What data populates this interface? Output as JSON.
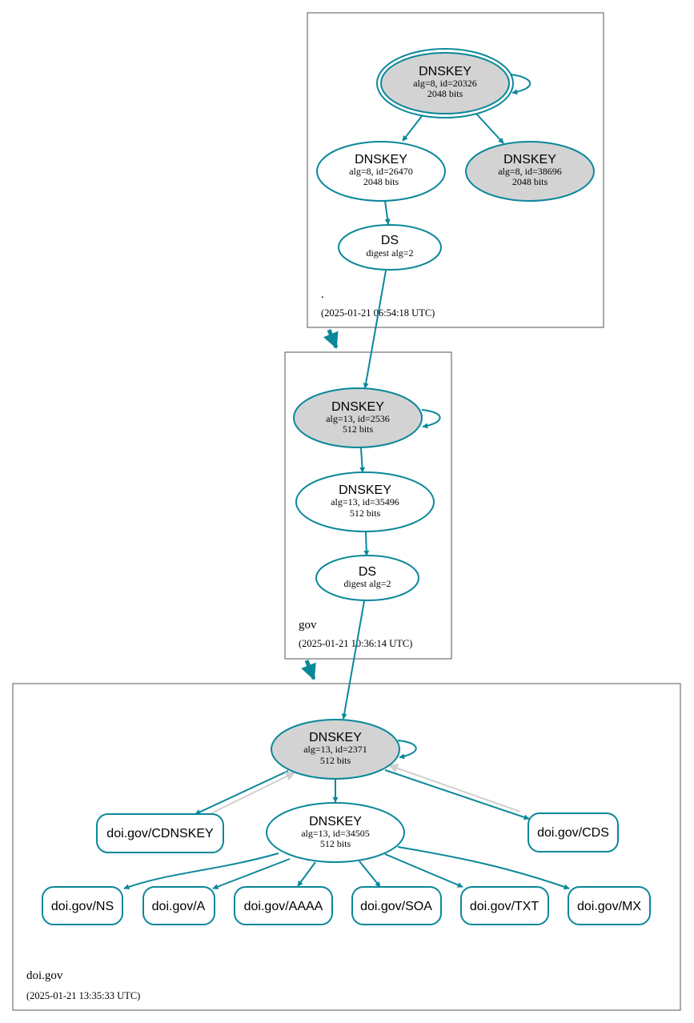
{
  "zones": {
    "root": {
      "label": ".",
      "timestamp": "(2025-01-21 06:54:18 UTC)"
    },
    "gov": {
      "label": "gov",
      "timestamp": "(2025-01-21 10:36:14 UTC)"
    },
    "doi_gov": {
      "label": "doi.gov",
      "timestamp": "(2025-01-21 13:35:33 UTC)"
    }
  },
  "nodes": {
    "root_ksk": {
      "title": "DNSKEY",
      "line1": "alg=8, id=20326",
      "line2": "2048 bits"
    },
    "root_zsk": {
      "title": "DNSKEY",
      "line1": "alg=8, id=26470",
      "line2": "2048 bits"
    },
    "root_zsk2": {
      "title": "DNSKEY",
      "line1": "alg=8, id=38696",
      "line2": "2048 bits"
    },
    "root_ds": {
      "title": "DS",
      "line1": "digest alg=2"
    },
    "gov_ksk": {
      "title": "DNSKEY",
      "line1": "alg=13, id=2536",
      "line2": "512 bits"
    },
    "gov_zsk": {
      "title": "DNSKEY",
      "line1": "alg=13, id=35496",
      "line2": "512 bits"
    },
    "gov_ds": {
      "title": "DS",
      "line1": "digest alg=2"
    },
    "doi_ksk": {
      "title": "DNSKEY",
      "line1": "alg=13, id=2371",
      "line2": "512 bits"
    },
    "doi_zsk": {
      "title": "DNSKEY",
      "line1": "alg=13, id=34505",
      "line2": "512 bits"
    }
  },
  "records": {
    "cdnskey": "doi.gov/CDNSKEY",
    "cds": "doi.gov/CDS",
    "ns": "doi.gov/NS",
    "a": "doi.gov/A",
    "aaaa": "doi.gov/AAAA",
    "soa": "doi.gov/SOA",
    "txt": "doi.gov/TXT",
    "mx": "doi.gov/MX"
  },
  "colors": {
    "edge": "#0a879a",
    "edge_inactive": "#d0d0d0",
    "filled_node": "#d3d3d3",
    "box_border": "#555555"
  }
}
